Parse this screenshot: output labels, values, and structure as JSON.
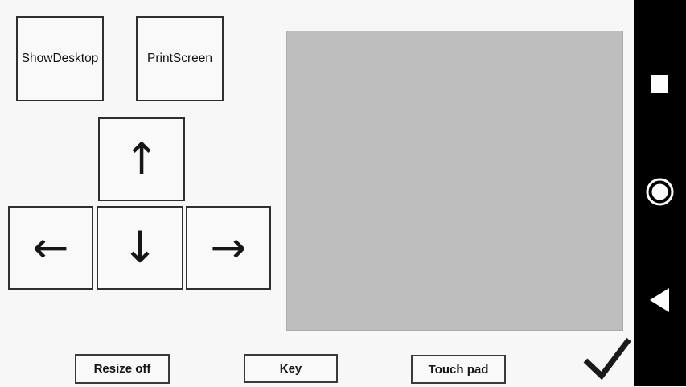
{
  "screen": {
    "background_color": "#f7f7f7",
    "text_color": "#111111"
  },
  "key_buttons": {
    "show_desktop": {
      "label": "ShowDesktop"
    },
    "print_screen": {
      "label": "PrintScreen"
    },
    "arrow_up": {
      "icon": "arrow-up-icon",
      "glyph": "↑"
    },
    "arrow_down": {
      "icon": "arrow-down-icon",
      "glyph": "↓"
    },
    "arrow_left": {
      "icon": "arrow-left-icon",
      "glyph": "←"
    },
    "arrow_right": {
      "icon": "arrow-right-icon",
      "glyph": "→"
    }
  },
  "touchpad": {
    "color": "#bebebe"
  },
  "bottom_bar": {
    "resize_toggle_label": "Resize off",
    "key_mode_label": "Key",
    "touchpad_mode_label": "Touch pad",
    "confirm_icon": "checkmark",
    "confirm_color": "#1a1a1a"
  },
  "android_navbar": {
    "color": "#000000",
    "recents_icon": "square",
    "home_icon": "circle-outline",
    "back_icon": "triangle-left",
    "icon_color": "#fdfdfd"
  }
}
